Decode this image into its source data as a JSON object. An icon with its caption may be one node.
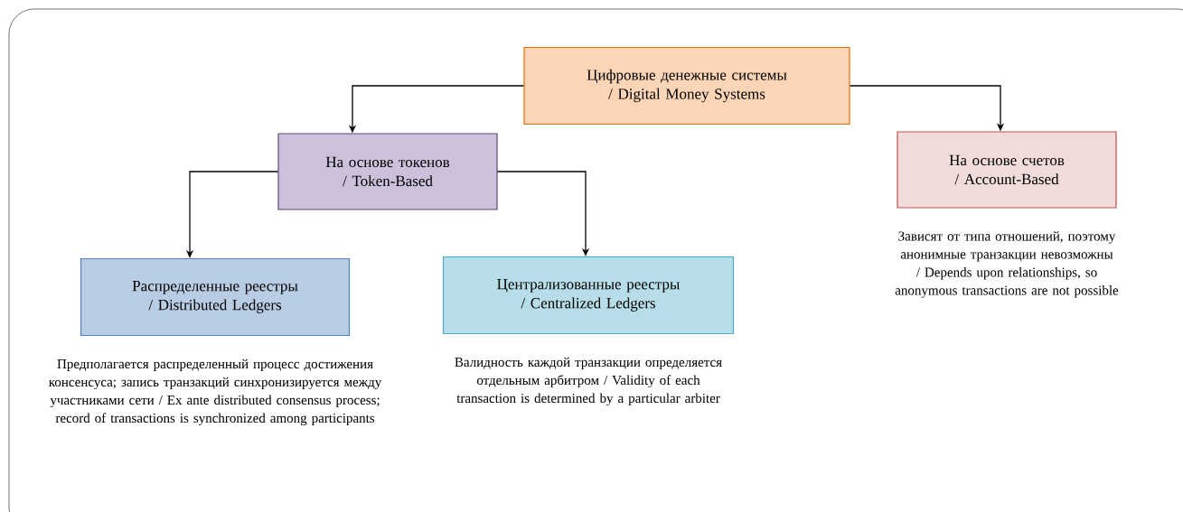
{
  "diagram": {
    "nodes": [
      {
        "text": [
          "Цифровые денежные системы / Digital Money Systems"
        ]
      },
      {
        "text": [
          "На основе токенов / Token-Based"
        ]
      },
      {
        "text": [
          "На основе счетов / Account-Based"
        ],
        "beside": [
          "Зависят от типа отношений, поэтому анонимные транзакции невозможны / Depends upon relationships, so anonymous transactions are not possible"
        ]
      },
      {
        "text": [
          "Распределенные реестры / Distributed Ledgers"
        ],
        "beside": [
          "Предполагается распределенный процесс достижения консенсуса; запись транзакций синхронизируется между участниками сети / Ex ante distributed consensus process; record of transactions is synchronized among participants"
        ]
      },
      {
        "text": [
          "Централизованные реестры / Centralized Ledgers"
        ],
        "beside": [
          "Валидность каждой транзакции определяется отдельным арбитром / Validity of each transaction is determined by a particular arbiter"
        ]
      }
    ],
    "edges": [
      {
        "from": 0,
        "to": 1,
        "arrow": "to"
      },
      {
        "from": 0,
        "to": 2,
        "arrow": "to"
      },
      {
        "from": 1,
        "to": 3,
        "arrow": "to"
      },
      {
        "from": 1,
        "to": 4,
        "arrow": "to"
      }
    ]
  }
}
